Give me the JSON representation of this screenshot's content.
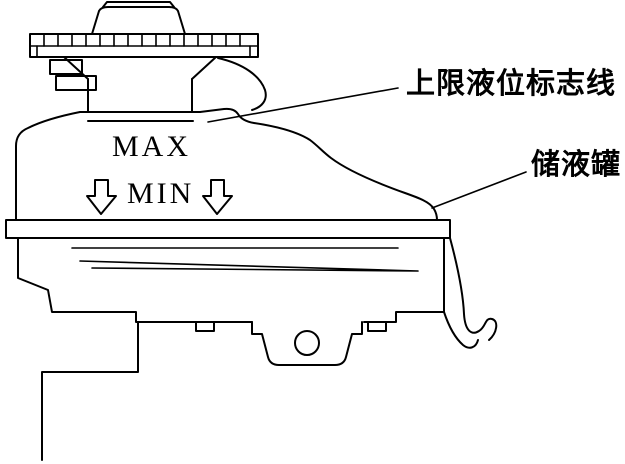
{
  "diagram": {
    "labels": {
      "max": "MAX",
      "min": "MIN",
      "upper_limit_line": "上限液位标志线",
      "reservoir": "储液罐"
    },
    "colors": {
      "line": "#000000",
      "background": "#ffffff"
    }
  }
}
